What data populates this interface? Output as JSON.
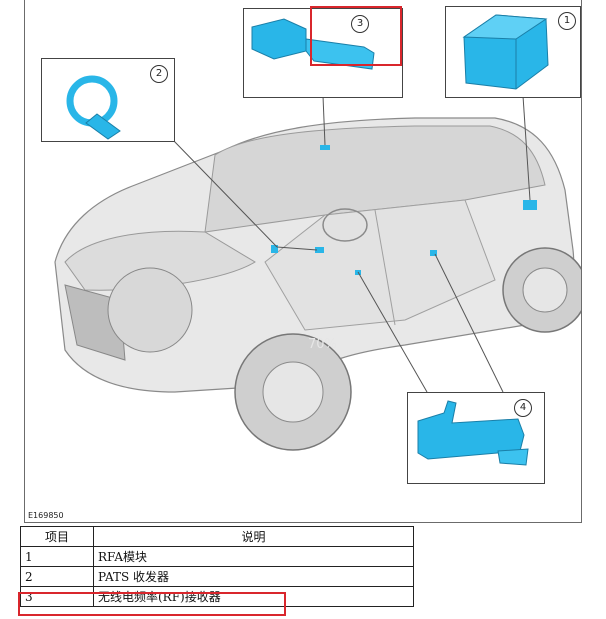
{
  "figure": {
    "id": "E169850",
    "watermark": "70%",
    "callouts": [
      "1",
      "2",
      "3",
      "4"
    ]
  },
  "table": {
    "headers": [
      "项目",
      "说明"
    ],
    "rows": [
      {
        "item": "1",
        "desc": "RFA模块"
      },
      {
        "item": "2",
        "desc": "PATS 收发器"
      },
      {
        "item": "3",
        "desc": "无线电频率(RF)接收器"
      }
    ]
  },
  "colors": {
    "module_blue": "#29b6e8",
    "highlight_red": "#d9262c"
  }
}
